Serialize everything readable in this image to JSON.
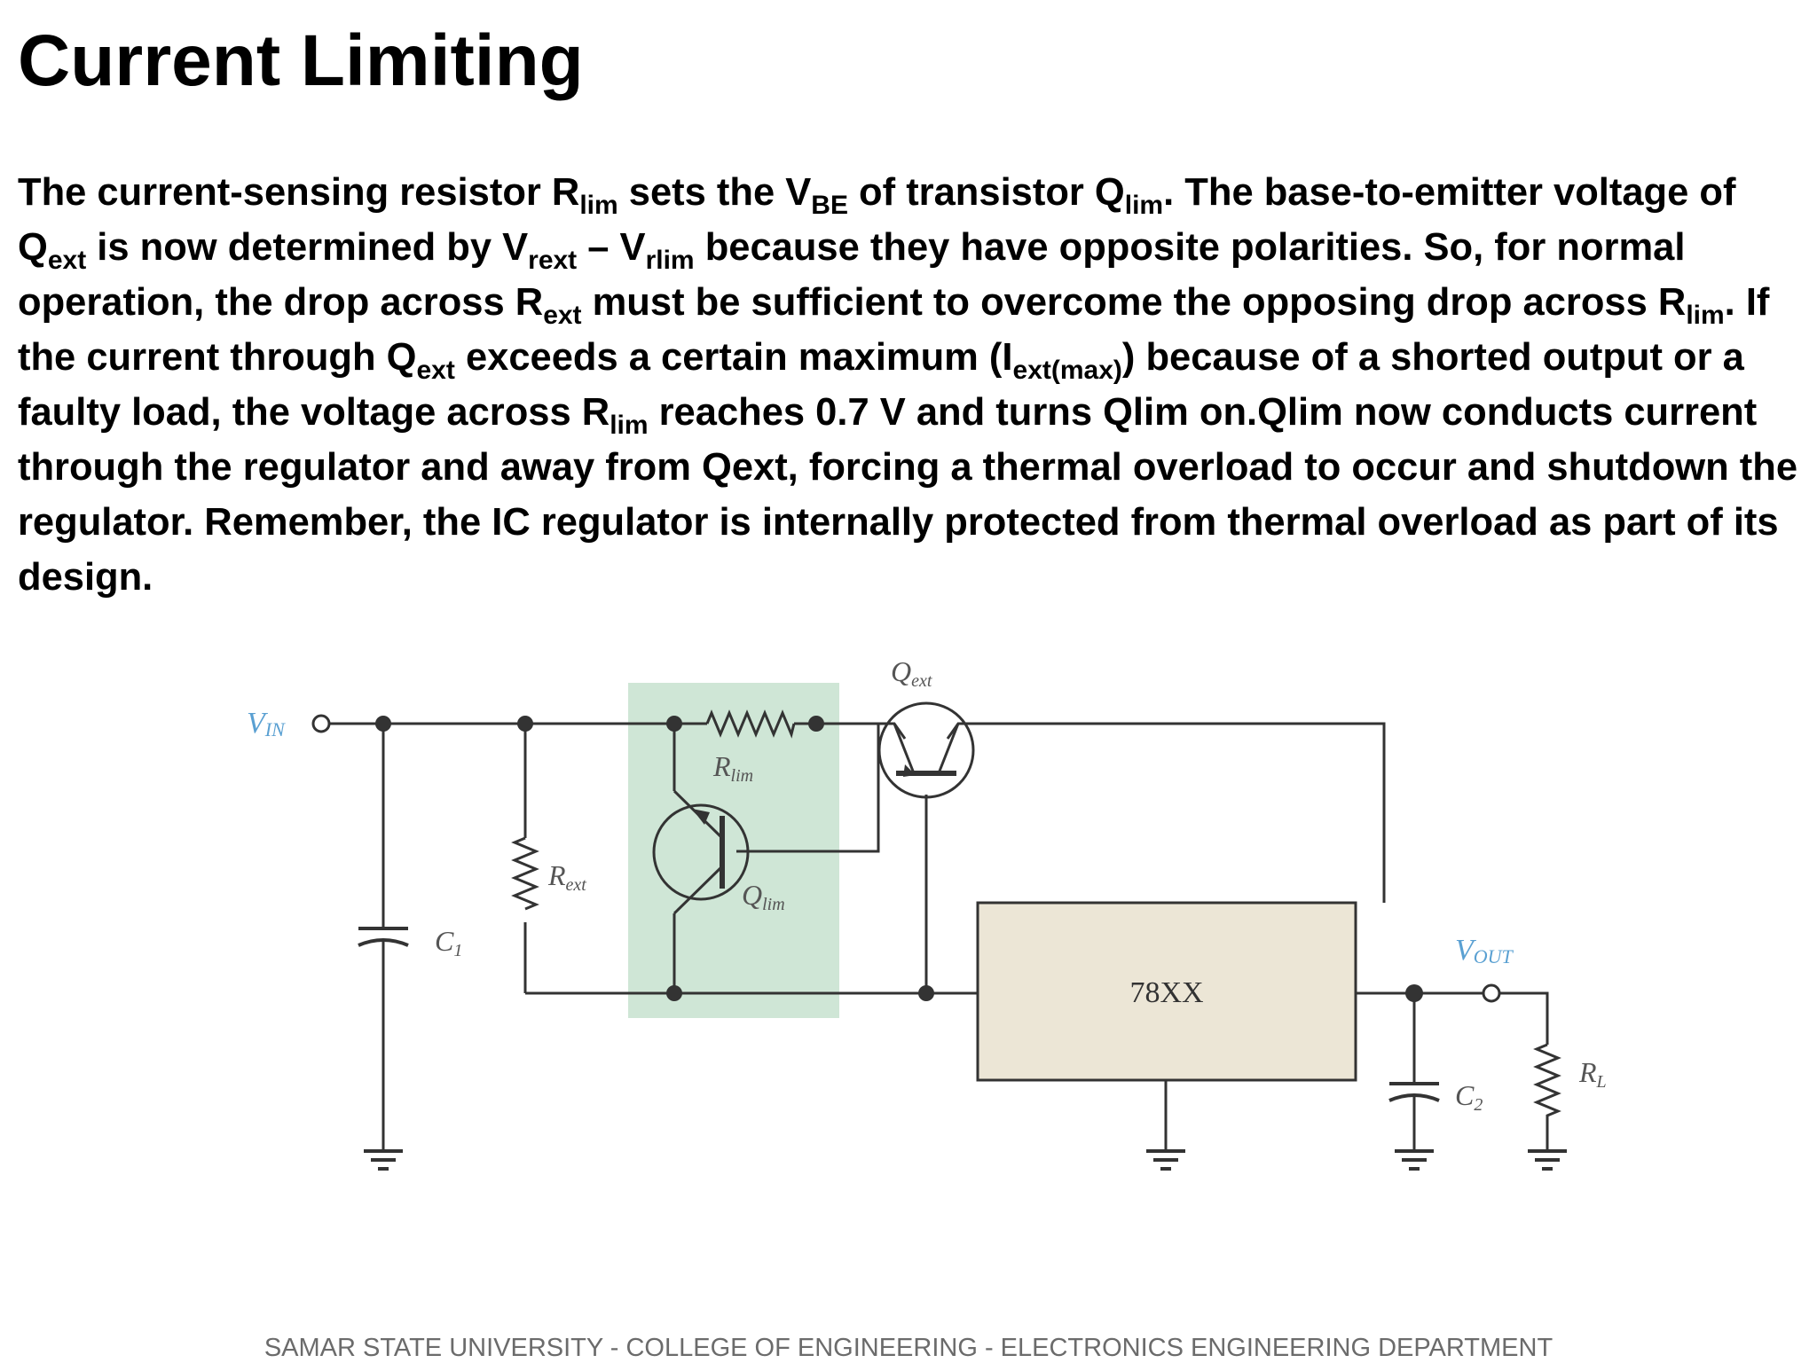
{
  "title": "Current Limiting",
  "paragraph": {
    "s1": " The current-sensing resistor R",
    "s1_sub": "lim",
    "s2": " sets the V",
    "s2_sub": "BE",
    "s3": " of transistor Q",
    "s3_sub": "lim",
    "s4": ". The base-to-emitter voltage of Q",
    "s4_sub": "ext",
    "s5": " is now determined by V",
    "s5_sub": "rext",
    "s6": " –  V",
    "s6_sub": "rlim",
    "s7": " because they have opposite polarities. So, for normal operation, the drop across R",
    "s7_sub": "ext",
    "s8": " must be sufficient to overcome the opposing drop across R",
    "s8_sub": "lim",
    "s9": ". If the current through Q",
    "s9_sub": "ext",
    "s10": " exceeds a certain maximum (I",
    "s10_sub": "ext(max)",
    "s11": ") because of a shorted output or a faulty load, the voltage across R",
    "s11_sub": "lim",
    "s12": " reaches 0.7 V and turns Qlim on.Qlim now conducts current through the regulator and away from Qext, forcing a thermal overload to occur and shutdown the regulator. Remember, the IC regulator is internally protected from thermal overload as part of its design."
  },
  "circuit": {
    "vin": {
      "main": "V",
      "sub": "IN"
    },
    "vout": {
      "main": "V",
      "sub": "OUT"
    },
    "r_lim": {
      "main": "R",
      "sub": "lim"
    },
    "r_ext": {
      "main": "R",
      "sub": "ext"
    },
    "q_lim": {
      "main": "Q",
      "sub": "lim"
    },
    "q_ext": {
      "main": "Q",
      "sub": "ext"
    },
    "c1": {
      "main": "C",
      "sub": "1"
    },
    "c2": {
      "main": "C",
      "sub": "2"
    },
    "rl": {
      "main": "R",
      "sub": "L"
    },
    "regulator": "78XX",
    "colors": {
      "wire": "#333333",
      "protection_box": "#cfe6d6",
      "regulator_fill": "#ece6d6",
      "terminal_label": "#5aa0d2"
    }
  },
  "footer": "SAMAR STATE UNIVERSITY - COLLEGE OF ENGINEERING - ELECTRONICS ENGINEERING DEPARTMENT"
}
